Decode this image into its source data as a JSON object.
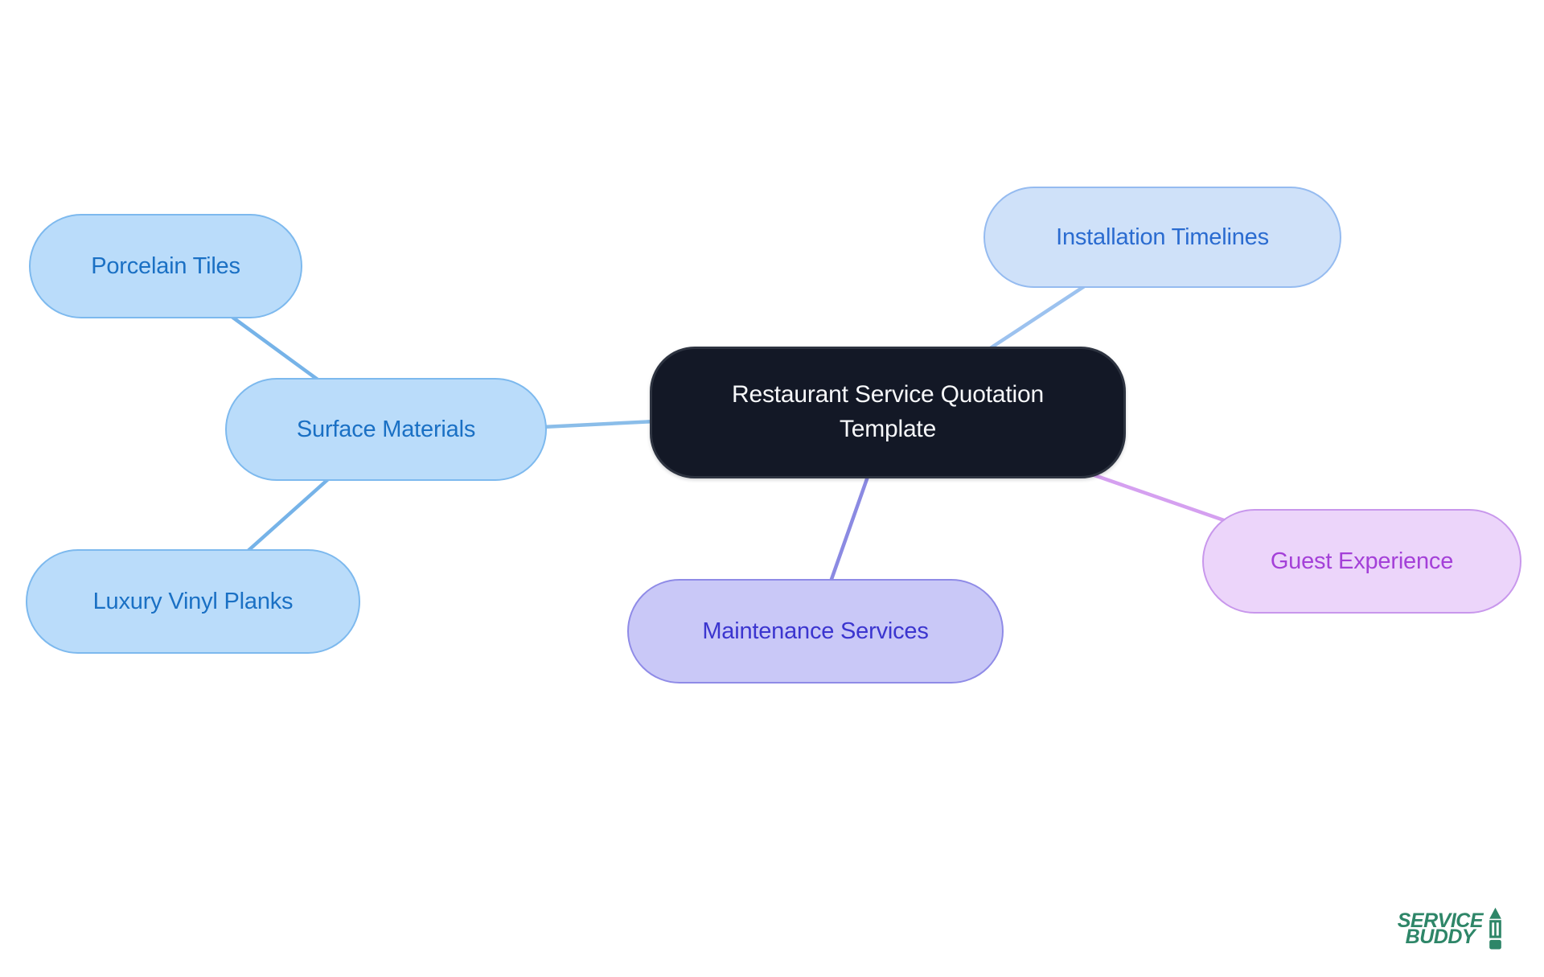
{
  "canvas": {
    "background": "#ffffff"
  },
  "diagram": {
    "type": "mindmap"
  },
  "nodes": [
    {
      "id": "central",
      "label": "Restaurant Service Quotation Template",
      "fill": "#131826",
      "border": "#2d3340",
      "text_color": "#f7f8fa"
    },
    {
      "id": "porcelain-tiles",
      "label": "Porcelain Tiles",
      "fill": "#badcfa",
      "border": "#7db9ee",
      "text_color": "#1a70c4"
    },
    {
      "id": "surface-materials",
      "label": "Surface Materials",
      "fill": "#badcfa",
      "border": "#7db9ee",
      "text_color": "#1a70c4"
    },
    {
      "id": "luxury-vinyl-planks",
      "label": "Luxury Vinyl Planks",
      "fill": "#badcfa",
      "border": "#7db9ee",
      "text_color": "#1a70c4"
    },
    {
      "id": "installation-timelines",
      "label": "Installation Timelines",
      "fill": "#cfe1f9",
      "border": "#95bbf0",
      "text_color": "#2a6bd0"
    },
    {
      "id": "maintenance-services",
      "label": "Maintenance Services",
      "fill": "#c9c8f7",
      "border": "#8f8be7",
      "text_color": "#3b35cf"
    },
    {
      "id": "guest-experience",
      "label": "Guest Experience",
      "fill": "#ecd5fa",
      "border": "#c897ec",
      "text_color": "#a440d8"
    }
  ],
  "edges": [
    {
      "from": "porcelain-tiles",
      "to": "surface-materials",
      "color": "#76b3e8"
    },
    {
      "from": "surface-materials",
      "to": "central",
      "color": "#8abde9"
    },
    {
      "from": "surface-materials",
      "to": "luxury-vinyl-planks",
      "color": "#76b3e8"
    },
    {
      "from": "central",
      "to": "installation-timelines",
      "color": "#9cc2ef"
    },
    {
      "from": "central",
      "to": "maintenance-services",
      "color": "#8b8ae2"
    },
    {
      "from": "central",
      "to": "guest-experience",
      "color": "#d5a0f0"
    }
  ],
  "logo": {
    "line1": "SERVICE",
    "line2": "BUDDY",
    "color": "#2e8668",
    "icon": "pencil-icon"
  }
}
